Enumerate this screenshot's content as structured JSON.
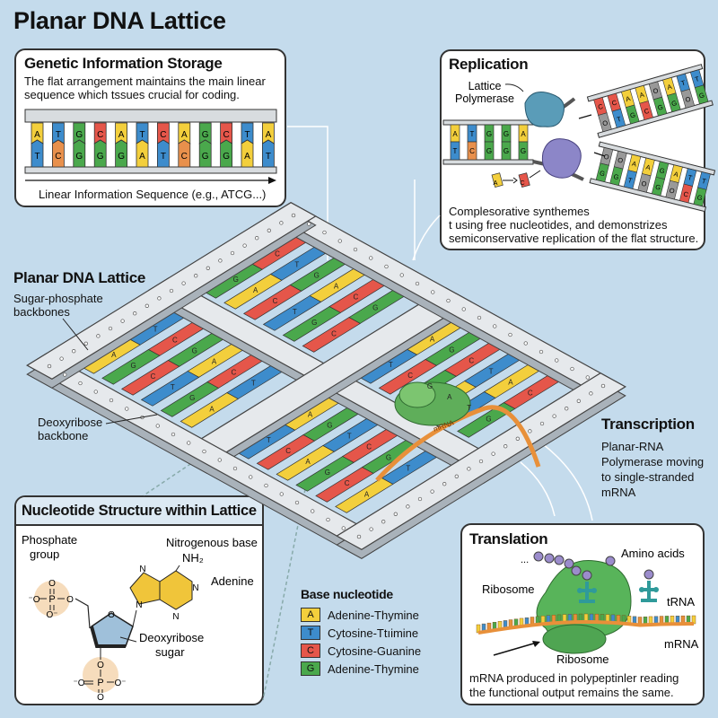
{
  "title": "Planar DNA Lattice",
  "colors": {
    "A": "#f3cf3c",
    "T": "#3d8ccc",
    "G": "#4aa84c",
    "C": "#e5564a",
    "C2": "#e8904c",
    "background": "#c4dbec",
    "ribosome": "#58b45a",
    "trna": "#2f9a9a",
    "mrna": "#e8903a",
    "amino": "#9b8ccc",
    "polymerase_top": "#5a9cb8",
    "polymerase_bottom": "#8c86c8"
  },
  "storage": {
    "heading": "Genetic Information Storage",
    "text_lines": [
      "The flat arrangement maintains the main linear",
      "sequence which tssues crucial for coding."
    ],
    "top_bases": [
      "A",
      "T",
      "G",
      "C",
      "A",
      "T",
      "C",
      "A",
      "G",
      "C",
      "T",
      "A"
    ],
    "bottom_bases": [
      "T",
      "C",
      "G",
      "G",
      "G",
      "A",
      "T",
      "C",
      "G",
      "G",
      "A",
      "T"
    ],
    "caption": "Linear Information Sequence (e.g., ATCG...)"
  },
  "replication": {
    "heading": "Replication",
    "polymerase_label_lines": [
      "Lattice",
      "Polymerase"
    ],
    "parent_top": [
      "A",
      "T",
      "G",
      "G",
      "A"
    ],
    "parent_bottom": [
      "T",
      "C",
      "G",
      "G",
      "G"
    ],
    "daughter_top_a": [
      "C",
      "C",
      "A",
      "A",
      "O",
      "A",
      "T",
      "T"
    ],
    "daughter_top_b": [
      "O",
      "T",
      "G",
      "C",
      "G",
      "G",
      "O",
      "G"
    ],
    "daughter_bottom_a": [
      "O",
      "O",
      "A",
      "A",
      "G",
      "A",
      "T",
      "T"
    ],
    "daughter_bottom_b": [
      "G",
      "G",
      "T",
      "O",
      "G",
      "O",
      "C",
      "G"
    ],
    "free_nucleotides": [
      "A",
      "C"
    ],
    "text_lines": [
      "Complesorative synthemes",
      "t using free nucleotides, and demonstrizes",
      "semiconservative replication of the flat structure."
    ]
  },
  "lattice": {
    "heading": "Planar DNA Lattice",
    "backbones_label_lines": [
      "Sugar-phosphate",
      "backbones"
    ],
    "deoxyribose_label_lines": [
      "Deoxyribose",
      "backbone"
    ],
    "mrna_label": "mRNA",
    "quadrants": [
      [
        "AT",
        "GC",
        "CG",
        "TA",
        "GC",
        "AT"
      ],
      [
        "TA",
        "CG",
        "AT",
        "GC",
        "CG",
        "AT"
      ],
      [
        "GC",
        "AT",
        "CG",
        "TA",
        "GC",
        "CG"
      ],
      [
        "TA",
        "CG",
        "GC",
        "AT",
        "TA",
        "GC"
      ]
    ]
  },
  "transcription": {
    "heading": "Transcription",
    "text_lines": [
      "Planar-RNA",
      "Polymerase moving",
      "to  single-stranded",
      "mRNA"
    ]
  },
  "nucleotide": {
    "heading": "Nucleotide Structure within Lattice",
    "phosphate_label_lines": [
      "Phosphate",
      "group"
    ],
    "base_label": "Nitrogenous base",
    "nh2": "NH₂",
    "adenine": "Adenine",
    "sugar_label_lines": [
      "Deoxyribose",
      "sugar"
    ],
    "atoms": {
      "O": "O",
      "P": "P",
      "N": "N",
      "Ominus": "⁻O",
      "Ominus_r": "O⁻"
    }
  },
  "legend": {
    "heading": "Base nucleotide",
    "items": [
      {
        "key": "A",
        "label": "Adenine-Thymine"
      },
      {
        "key": "T",
        "label": "Cytosine-Ttıimine"
      },
      {
        "key": "C",
        "label": "Cytosine-Guanine"
      },
      {
        "key": "G",
        "label": "Adenine-Thymine"
      }
    ]
  },
  "translation": {
    "heading": "Translation",
    "dots": "...",
    "amino_label": "Amino acids",
    "ribosome_label": "Ribosome",
    "ribosome_bottom_label": "Ribosome",
    "trna_label": "tRNA",
    "mrna_label": "mRNA",
    "text_lines": [
      "mRNA produced in polypeptinler reading",
      "the functional output remains the same."
    ]
  }
}
